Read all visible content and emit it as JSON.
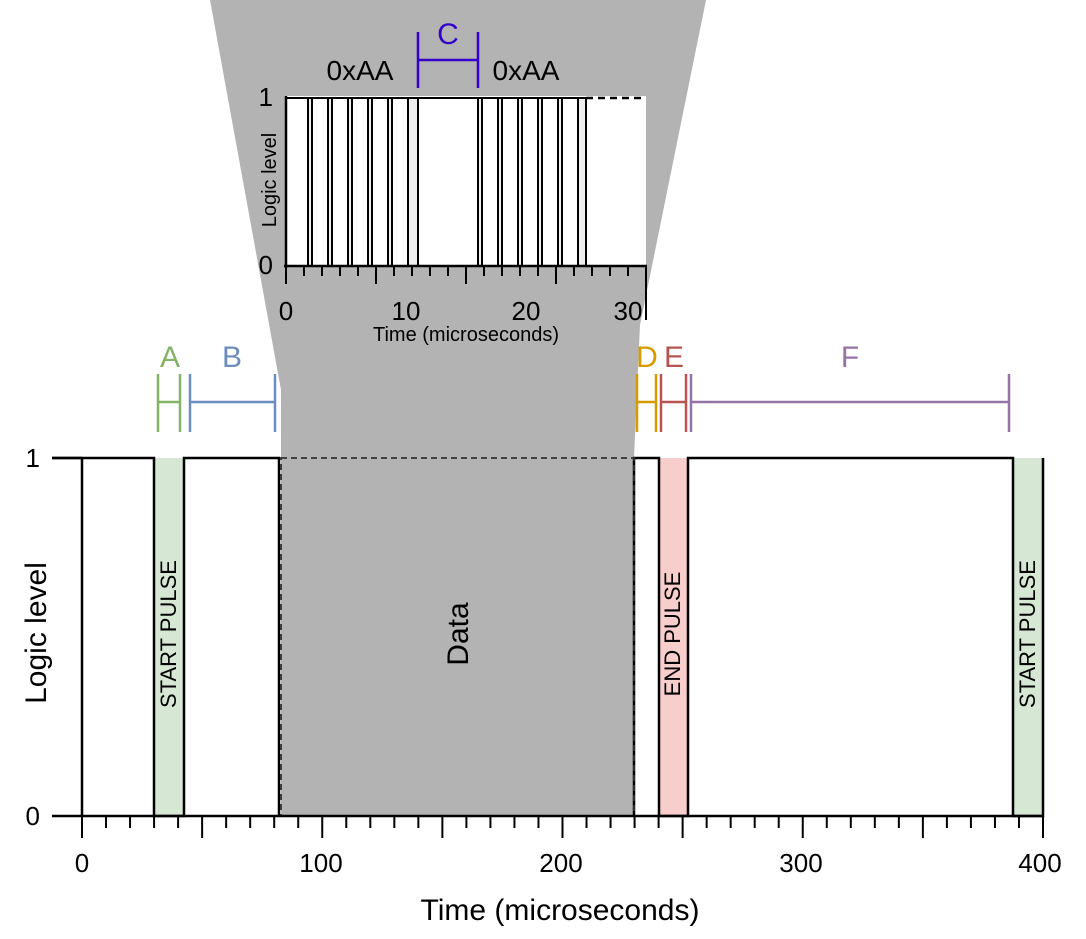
{
  "main": {
    "x_axis_label": "Time (microseconds)",
    "y_axis_label": "Logic level",
    "x_ticks": [
      "0",
      "100",
      "200",
      "300",
      "400"
    ],
    "y_ticks": [
      "1",
      "0"
    ],
    "x_range": [
      0,
      400
    ],
    "data_label": "Data",
    "pulse_labels": [
      "START PULSE",
      "END PULSE",
      "START PULSE"
    ],
    "pulse_colors": [
      "#d6e8d4",
      "#f8cecc",
      "#d6e8d4"
    ],
    "segment_labels": [
      {
        "label": "A",
        "color": "#82b366"
      },
      {
        "label": "B",
        "color": "#6c8ebf"
      },
      {
        "label": "D",
        "color": "#d79b00"
      },
      {
        "label": "E",
        "color": "#b85450"
      },
      {
        "label": "F",
        "color": "#9673a6"
      }
    ],
    "data_fill_color": "#b3b3b3"
  },
  "inset": {
    "x_axis_label": "Time (microseconds)",
    "y_axis_label": "Logic level",
    "x_ticks": [
      "0",
      "10",
      "20",
      "30"
    ],
    "y_ticks": [
      "1",
      "0"
    ],
    "x_range": [
      0,
      30
    ],
    "byte_labels": [
      "0xAA",
      "0xAA"
    ],
    "gap_label": "C",
    "gap_color": "#3300cc"
  }
}
